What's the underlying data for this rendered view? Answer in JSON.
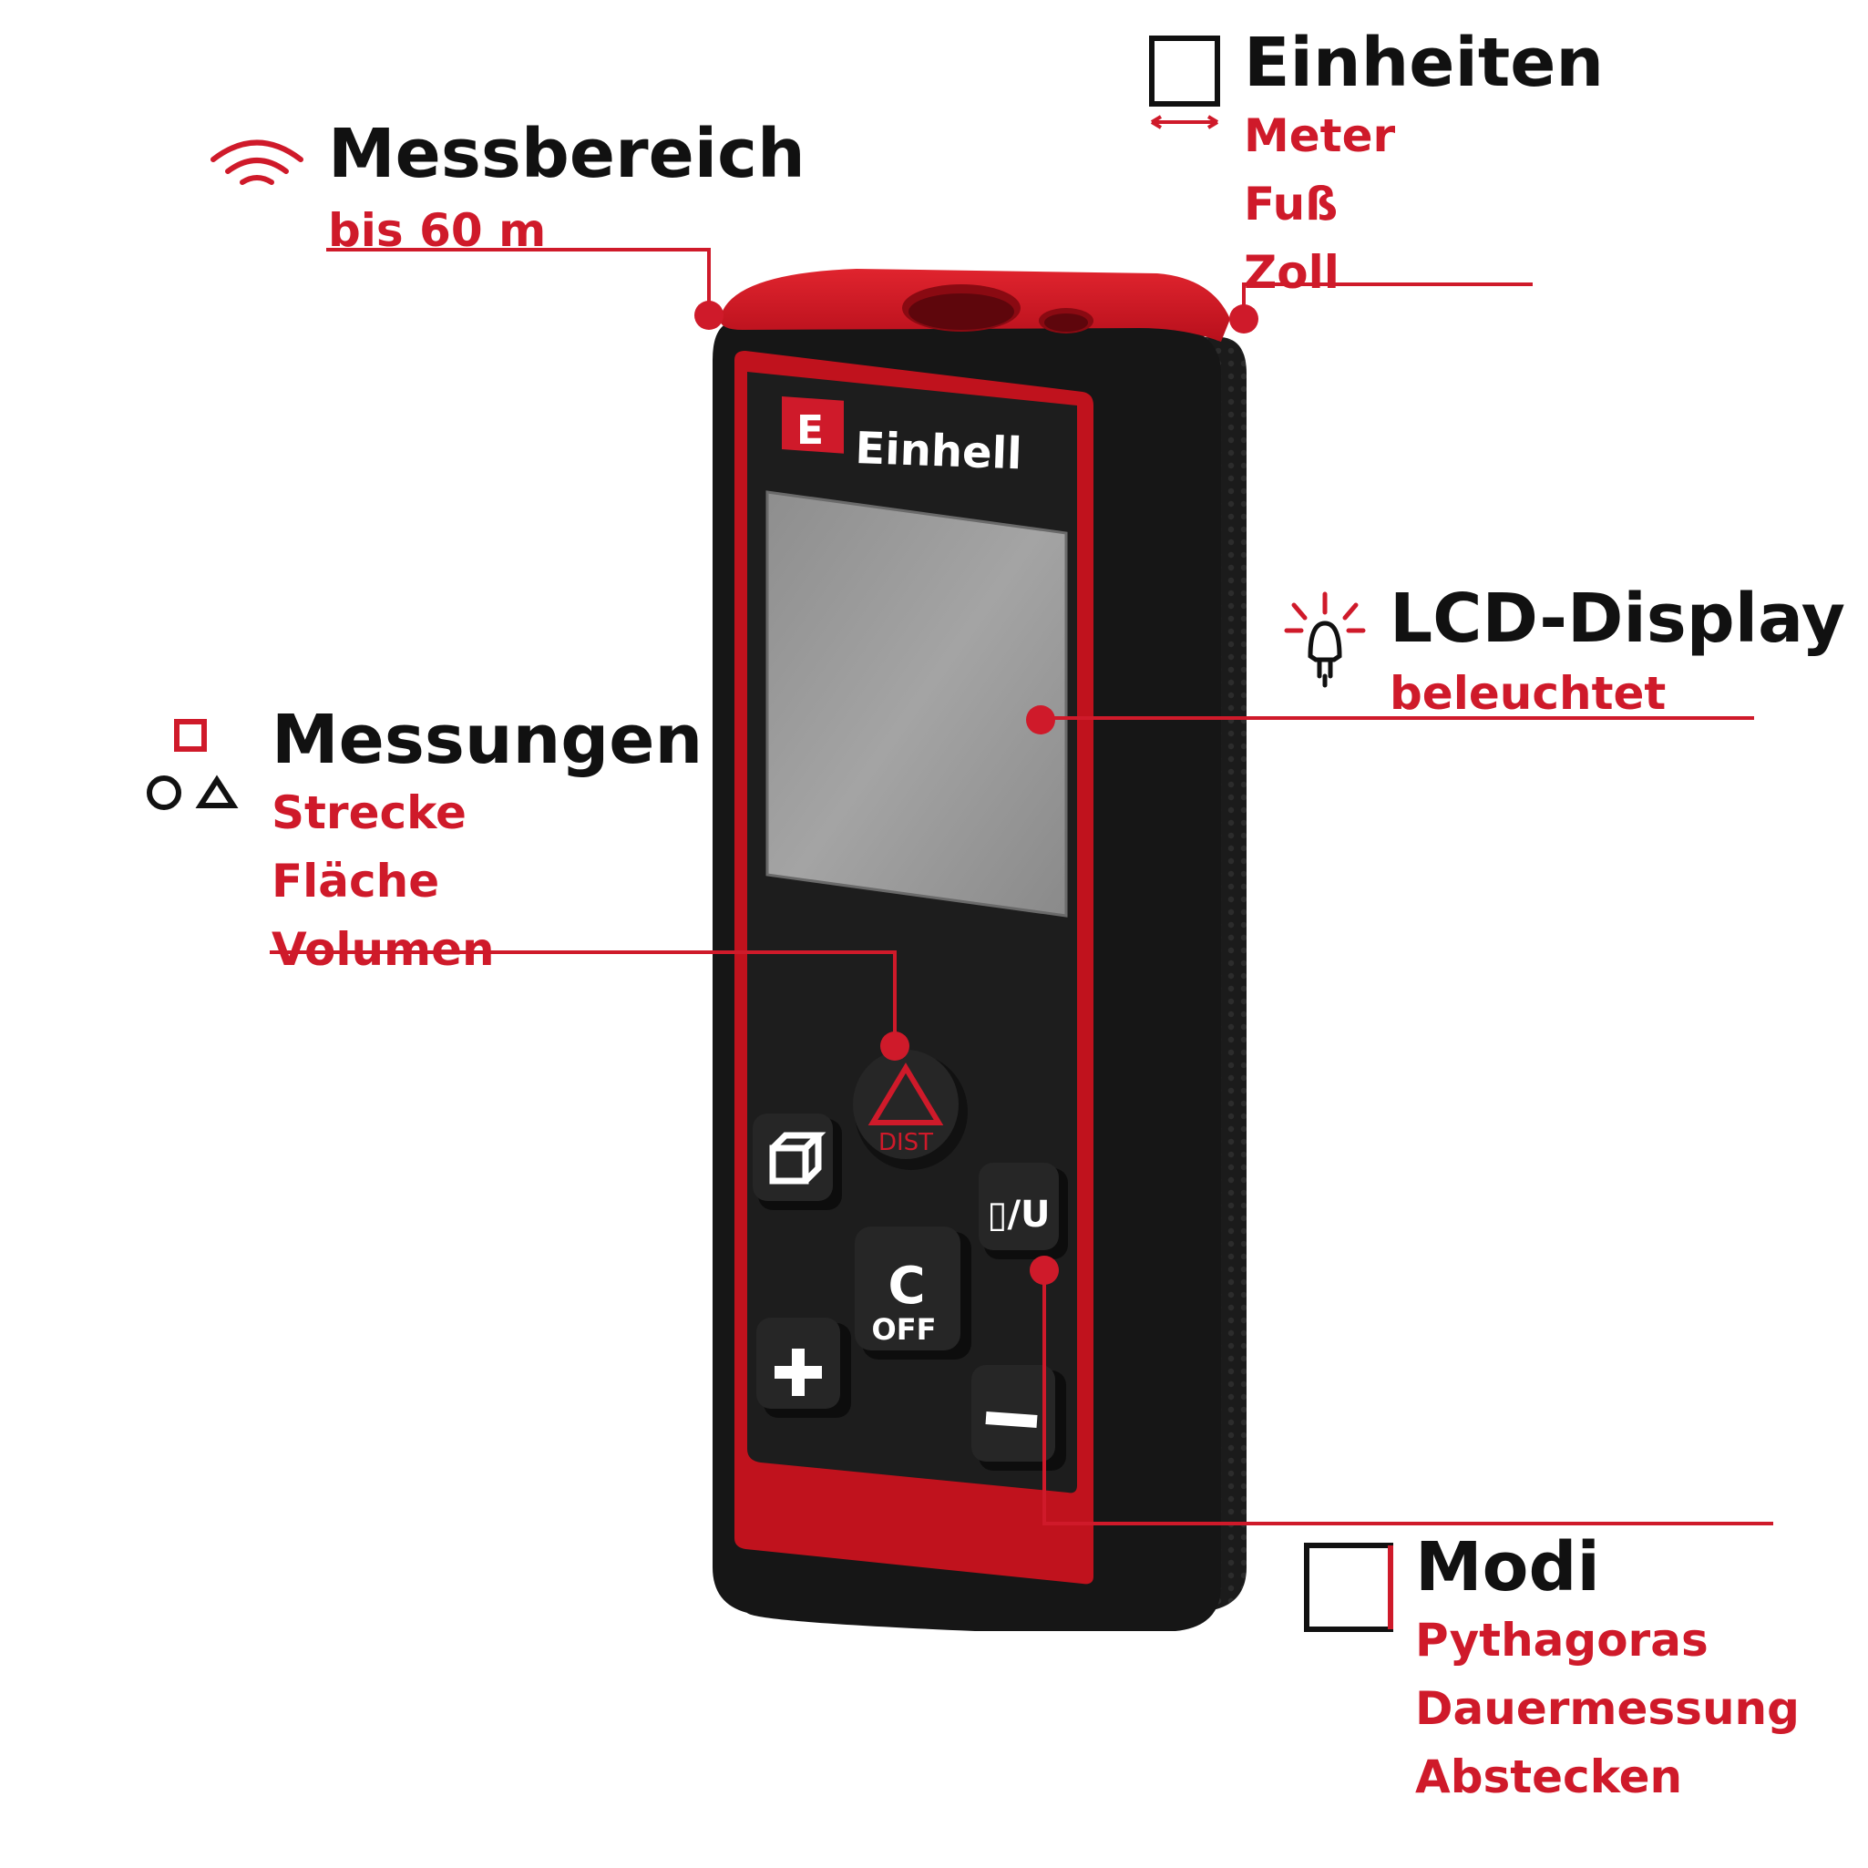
{
  "brand": {
    "name": "Einhell",
    "logo_letter": "E",
    "accent": "#cf1a2a"
  },
  "callouts": {
    "messbereich": {
      "title": "Messbereich",
      "lines": [
        "bis 60 m"
      ],
      "icon": "signal-waves-icon"
    },
    "einheiten": {
      "title": "Einheiten",
      "lines": [
        "Meter",
        "Fuß",
        "Zoll"
      ],
      "icon": "square-measure-icon"
    },
    "lcd": {
      "title": "LCD-Display",
      "lines": [
        "beleuchtet"
      ],
      "icon": "light-bulb-icon"
    },
    "messungen": {
      "title": "Messungen",
      "lines": [
        "Strecke",
        "Fläche",
        "Volumen"
      ],
      "icon": "shapes-icon"
    },
    "modi": {
      "title": "Modi",
      "lines": [
        "Pythagoras",
        "Dauermessung",
        "Abstecken"
      ],
      "icon": "square-icon"
    }
  },
  "device": {
    "buttons": {
      "dist": "DIST",
      "volume_icon": "cube-icon",
      "unit": "▯/U",
      "clear": "C",
      "off": "OFF",
      "plus": "+",
      "minus": "—"
    }
  }
}
